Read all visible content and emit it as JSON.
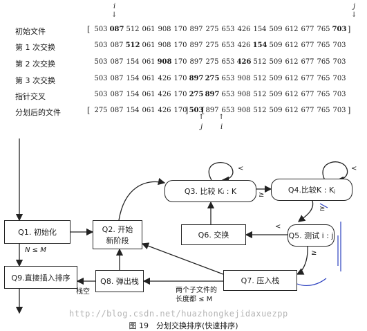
{
  "table": {
    "top_markers": {
      "i": "i",
      "j": "j",
      "arrow": "↓"
    },
    "bottom_markers": {
      "j": "j",
      "i": "i",
      "arrow": "↑"
    },
    "rows": [
      {
        "label": "初始文件",
        "open": "[",
        "close": "]",
        "cells": [
          {
            "v": "503",
            "b": false
          },
          {
            "v": "087",
            "b": true
          },
          {
            "v": "512",
            "b": false
          },
          {
            "v": "061",
            "b": false
          },
          {
            "v": "908",
            "b": false
          },
          {
            "v": "170",
            "b": false
          },
          {
            "v": "897",
            "b": false
          },
          {
            "v": "275",
            "b": false
          },
          {
            "v": "653",
            "b": false
          },
          {
            "v": "426",
            "b": false
          },
          {
            "v": "154",
            "b": false
          },
          {
            "v": "509",
            "b": false
          },
          {
            "v": "612",
            "b": false
          },
          {
            "v": "677",
            "b": false
          },
          {
            "v": "765",
            "b": false
          },
          {
            "v": "703",
            "b": true
          }
        ]
      },
      {
        "label": "第 1 次交换",
        "open": "",
        "close": "",
        "cells": [
          {
            "v": "503",
            "b": false
          },
          {
            "v": "087",
            "b": false
          },
          {
            "v": "512",
            "b": true
          },
          {
            "v": "061",
            "b": false
          },
          {
            "v": "908",
            "b": false
          },
          {
            "v": "170",
            "b": false
          },
          {
            "v": "897",
            "b": false
          },
          {
            "v": "275",
            "b": false
          },
          {
            "v": "653",
            "b": false
          },
          {
            "v": "426",
            "b": false
          },
          {
            "v": "154",
            "b": true
          },
          {
            "v": "509",
            "b": false
          },
          {
            "v": "612",
            "b": false
          },
          {
            "v": "677",
            "b": false
          },
          {
            "v": "765",
            "b": false
          },
          {
            "v": "703",
            "b": false
          }
        ]
      },
      {
        "label": "第 2 次交换",
        "open": "",
        "close": "",
        "cells": [
          {
            "v": "503",
            "b": false
          },
          {
            "v": "087",
            "b": false
          },
          {
            "v": "154",
            "b": false
          },
          {
            "v": "061",
            "b": false
          },
          {
            "v": "908",
            "b": true
          },
          {
            "v": "170",
            "b": false
          },
          {
            "v": "897",
            "b": false
          },
          {
            "v": "275",
            "b": false
          },
          {
            "v": "653",
            "b": false
          },
          {
            "v": "426",
            "b": true
          },
          {
            "v": "512",
            "b": false
          },
          {
            "v": "509",
            "b": false
          },
          {
            "v": "612",
            "b": false
          },
          {
            "v": "677",
            "b": false
          },
          {
            "v": "765",
            "b": false
          },
          {
            "v": "703",
            "b": false
          }
        ]
      },
      {
        "label": "第 3 次交换",
        "open": "",
        "close": "",
        "cells": [
          {
            "v": "503",
            "b": false
          },
          {
            "v": "087",
            "b": false
          },
          {
            "v": "154",
            "b": false
          },
          {
            "v": "061",
            "b": false
          },
          {
            "v": "426",
            "b": false
          },
          {
            "v": "170",
            "b": false
          },
          {
            "v": "897",
            "b": true
          },
          {
            "v": "275",
            "b": true
          },
          {
            "v": "653",
            "b": false
          },
          {
            "v": "908",
            "b": false
          },
          {
            "v": "512",
            "b": false
          },
          {
            "v": "509",
            "b": false
          },
          {
            "v": "612",
            "b": false
          },
          {
            "v": "677",
            "b": false
          },
          {
            "v": "765",
            "b": false
          },
          {
            "v": "703",
            "b": false
          }
        ]
      },
      {
        "label": "指针交叉",
        "open": "",
        "close": "",
        "cells": [
          {
            "v": "503",
            "b": false
          },
          {
            "v": "087",
            "b": false
          },
          {
            "v": "154",
            "b": false
          },
          {
            "v": "061",
            "b": false
          },
          {
            "v": "426",
            "b": false
          },
          {
            "v": "170",
            "b": false
          },
          {
            "v": "275",
            "b": true
          },
          {
            "v": "897",
            "b": true
          },
          {
            "v": "653",
            "b": false
          },
          {
            "v": "908",
            "b": false
          },
          {
            "v": "512",
            "b": false
          },
          {
            "v": "509",
            "b": false
          },
          {
            "v": "612",
            "b": false
          },
          {
            "v": "677",
            "b": false
          },
          {
            "v": "765",
            "b": false
          },
          {
            "v": "703",
            "b": false
          }
        ]
      },
      {
        "label": "分划后的文件",
        "open": "[",
        "close": "]",
        "mid_close": "]",
        "mid_open": "[",
        "cells": [
          {
            "v": "275",
            "b": false
          },
          {
            "v": "087",
            "b": false
          },
          {
            "v": "154",
            "b": false
          },
          {
            "v": "061",
            "b": false
          },
          {
            "v": "426",
            "b": false
          },
          {
            "v": "170",
            "b": false
          },
          {
            "v": "503",
            "b": true
          },
          {
            "v": "897",
            "b": false
          },
          {
            "v": "653",
            "b": false
          },
          {
            "v": "908",
            "b": false
          },
          {
            "v": "512",
            "b": false
          },
          {
            "v": "509",
            "b": false
          },
          {
            "v": "612",
            "b": false
          },
          {
            "v": "677",
            "b": false
          },
          {
            "v": "765",
            "b": false
          },
          {
            "v": "703",
            "b": false
          }
        ]
      }
    ]
  },
  "flow": {
    "q1": "Q1. 初始化",
    "q2_line1": "Q2. 开始",
    "q2_line2": "新阶段",
    "q3": "Q3. 比较 Kᵢ : K",
    "q4": "Q4.比较K : Kⱼ",
    "q5": "Q5. 测试 i : j",
    "q6": "Q6. 交换",
    "q7": "Q7. 压入栈",
    "q8": "Q8. 弹出栈",
    "q9": "Q9.直接插入排序",
    "n_le_m": "N ≤ M",
    "stack_empty": "栈空",
    "two_files_1": "两个子文件的",
    "two_files_2": "长度都 ≤ M",
    "lt": "<",
    "ge": "≥"
  },
  "watermark": "http://blog.csdn.net/huazhongkejidaxuezpp",
  "caption": "图 19　分划交换排序(快速排序)"
}
